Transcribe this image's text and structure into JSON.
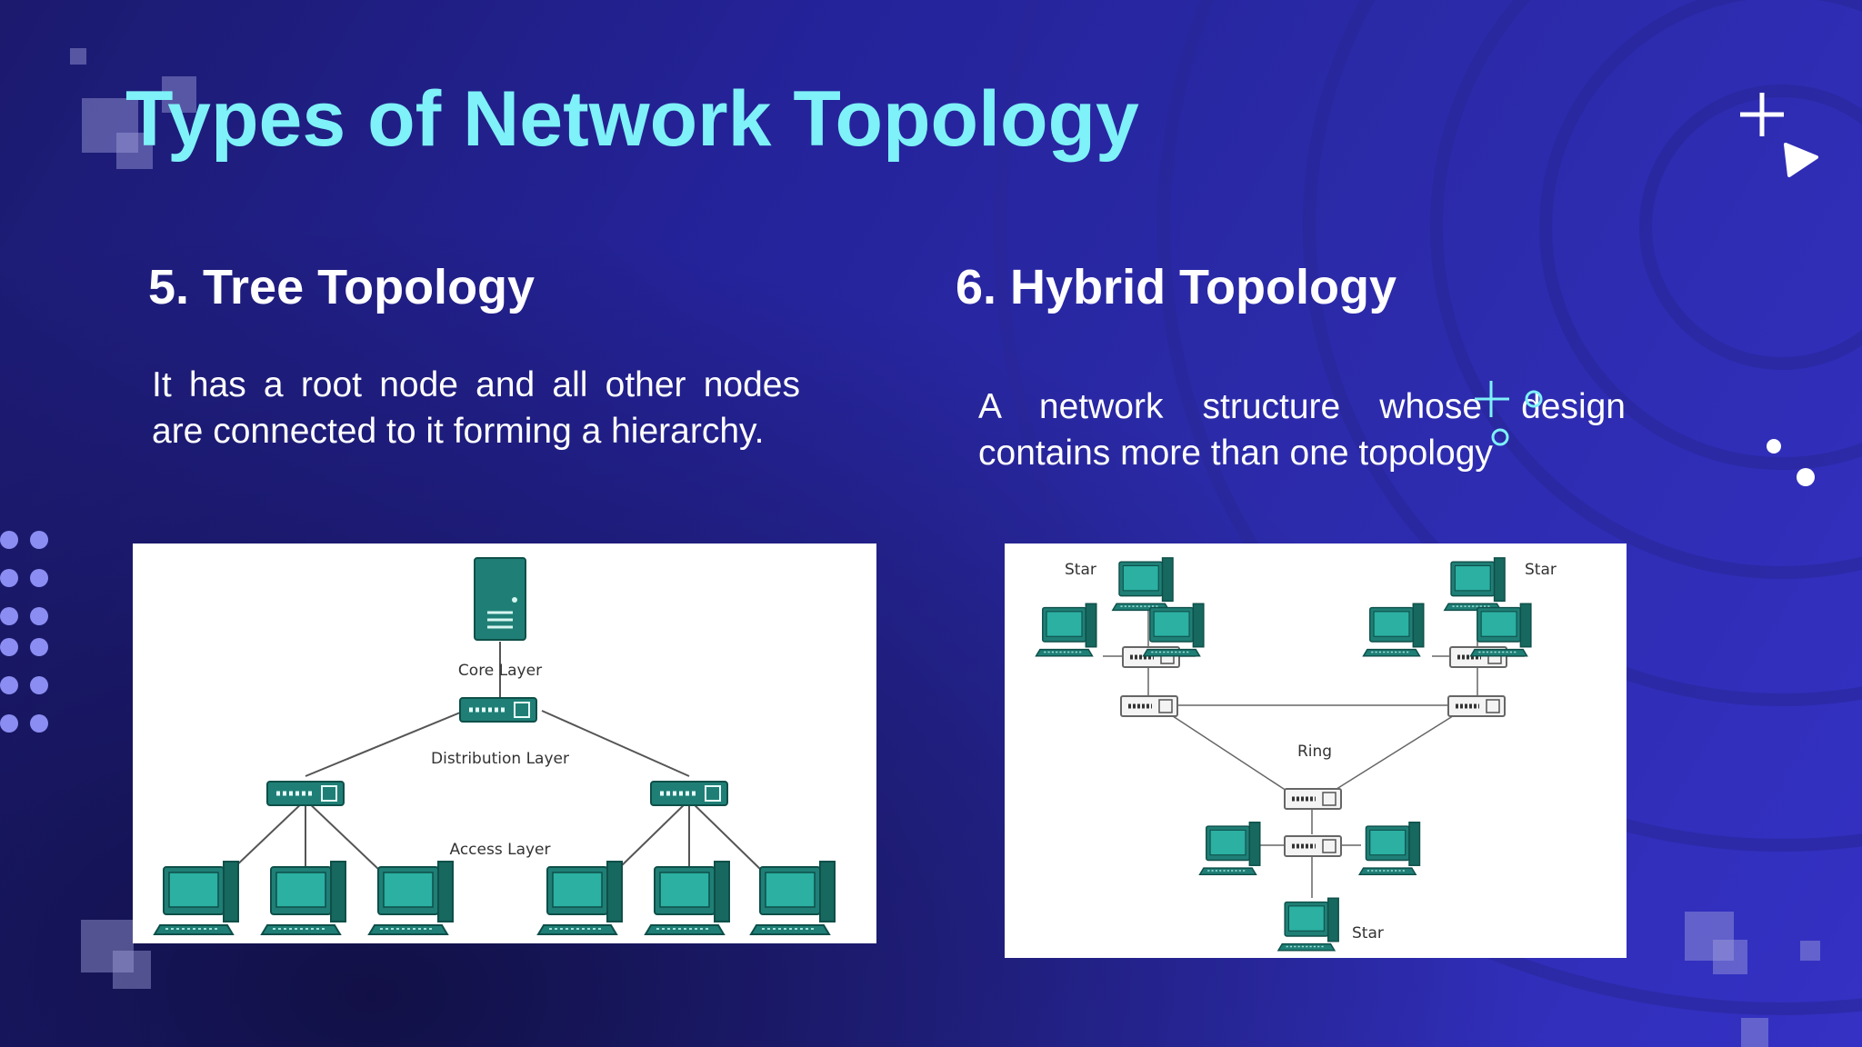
{
  "slide": {
    "title": "Types of Network Topology",
    "accent_color": "#7ff1f8"
  },
  "tree": {
    "heading": "5. Tree Topology",
    "description": "It has a root node and all other nodes are connected to it forming a hierarchy.",
    "diagram": {
      "core_label": "Core Layer",
      "distribution_label": "Distribution Layer",
      "access_label": "Access Layer"
    }
  },
  "hybrid": {
    "heading": "6. Hybrid Topology",
    "description": "A network structure whose design contains more than one topology",
    "diagram": {
      "star_left_label": "Star",
      "star_right_label": "Star",
      "ring_label": "Ring",
      "star_bottom_label": "Star"
    }
  },
  "icons": {
    "computer": "computer-icon",
    "switch": "switch-icon",
    "server": "server-icon",
    "plus": "plus-icon",
    "play": "play-icon"
  }
}
